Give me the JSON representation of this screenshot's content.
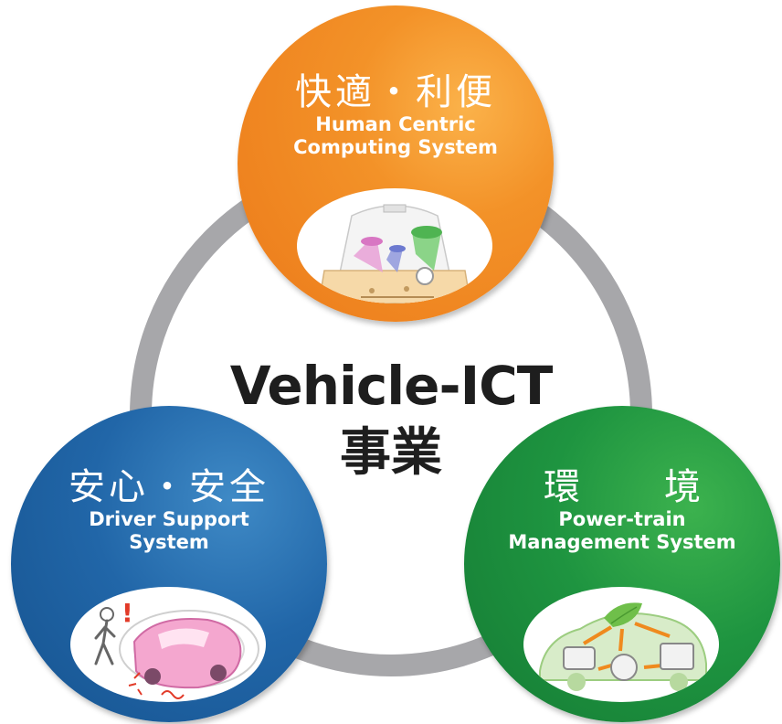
{
  "center": {
    "title_en": "Vehicle-ICT",
    "title_jp": "事業"
  },
  "segments": [
    {
      "id": "comfort",
      "title_jp": "快適・利便",
      "title_en_line1": "Human Centric",
      "title_en_line2": "Computing System",
      "color": "#f39228",
      "illustration": "car-interior-cockpit"
    },
    {
      "id": "safety",
      "title_jp": "安心・安全",
      "title_en_line1": "Driver Support",
      "title_en_line2": "System",
      "color": "#2166a8",
      "illustration": "pedestrian-warning-car"
    },
    {
      "id": "environment",
      "title_jp_left": "環",
      "title_jp_right": "境",
      "title_en_line1": "Power-train",
      "title_en_line2": "Management System",
      "color": "#1e9440",
      "illustration": "powertrain-eco-leaf"
    }
  ],
  "ring_color": "#a7a7aa"
}
